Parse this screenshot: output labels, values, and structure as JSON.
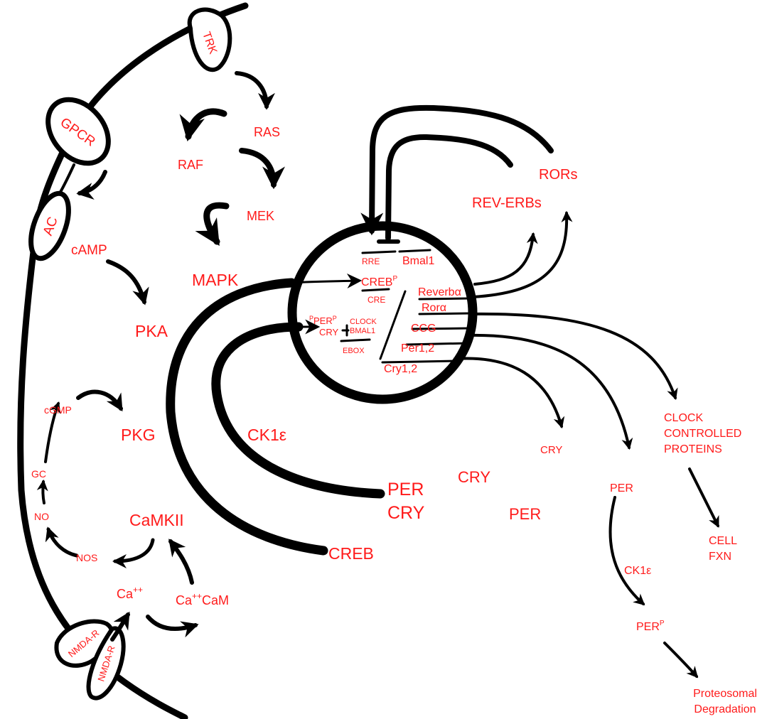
{
  "colors": {
    "label": "#ff1a1a",
    "line": "#000000",
    "background": "#ffffff"
  },
  "receptors": {
    "trk": "TRK",
    "gpcr": "GPCR",
    "ac": "AC",
    "nmdar1": "NMDA-R",
    "nmdar2": "NMDA-R"
  },
  "cytoplasm": {
    "ras": "RAS",
    "raf": "RAF",
    "mek": "MEK",
    "mapk": "MAPK",
    "camp": "cAMP",
    "pka": "PKA",
    "cgmp": "cGMP",
    "pkg": "PKG",
    "gc": "GC",
    "no": "NO",
    "nos": "NOS",
    "camkii": "CaMKII",
    "ca": "Ca",
    "ca_sup": "++",
    "cacam_pre": "Ca",
    "cacam_sup": "++",
    "cacam_post": "CaM",
    "ck1e": "CK1ε",
    "creb": "CREB",
    "per_cry_1": "PER",
    "per_cry_2": "CRY",
    "cry_mid": "CRY",
    "per_mid": "PER"
  },
  "nucleus": {
    "rre": "RRE",
    "bmal1": "Bmal1",
    "creb_p": "CREB",
    "creb_p_sup": "P",
    "cre": "CRE",
    "pper_pre": "P",
    "pper": "PER",
    "pper_post": "P",
    "cry": "CRY",
    "clock": "CLOCK",
    "bmal1_caps": "BMAL1",
    "ebox": "EBOX",
    "reverba": "Reverbα",
    "rora": "Rorα",
    "ccg": "CCG",
    "per12": "Per1,2",
    "cry12": "Cry1,2"
  },
  "outputs": {
    "rev_erbs": "REV-ERBs",
    "rors": "RORs",
    "cry": "CRY",
    "per": "PER",
    "ck1e": "CK1ε",
    "per_p": "PER",
    "per_p_sup": "P",
    "proteosomal_1": "Proteosomal",
    "proteosomal_2": "Degradation",
    "ccp_1": "CLOCK",
    "ccp_2": "CONTROLLED",
    "ccp_3": "PROTEINS",
    "cell_1": "CELL",
    "cell_2": "FXN"
  }
}
